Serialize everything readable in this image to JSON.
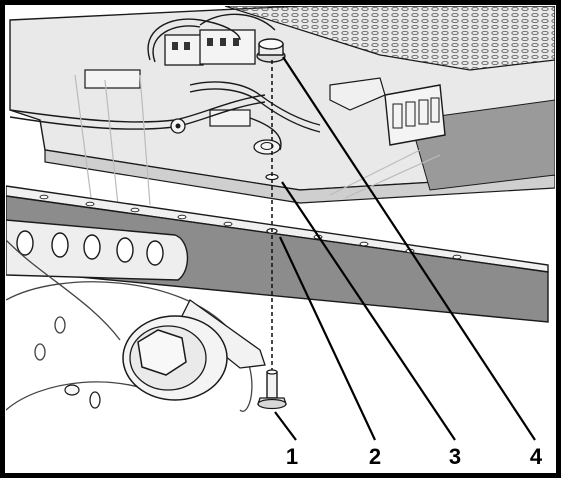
{
  "callouts": [
    {
      "label": "1",
      "part": "fastener-bolt"
    },
    {
      "label": "2",
      "part": "frame-rail-hole"
    },
    {
      "label": "3",
      "part": "tray-mounting-hole"
    },
    {
      "label": "4",
      "part": "locking-nut"
    }
  ],
  "colors": {
    "frame": "#000000",
    "line": "#1a1a1a",
    "surface_light": "#e9e9e9",
    "surface_mid": "#cfcfcf",
    "surface_dark": "#9a9a9a",
    "bar": "#8c8c8c",
    "background": "#ffffff"
  }
}
